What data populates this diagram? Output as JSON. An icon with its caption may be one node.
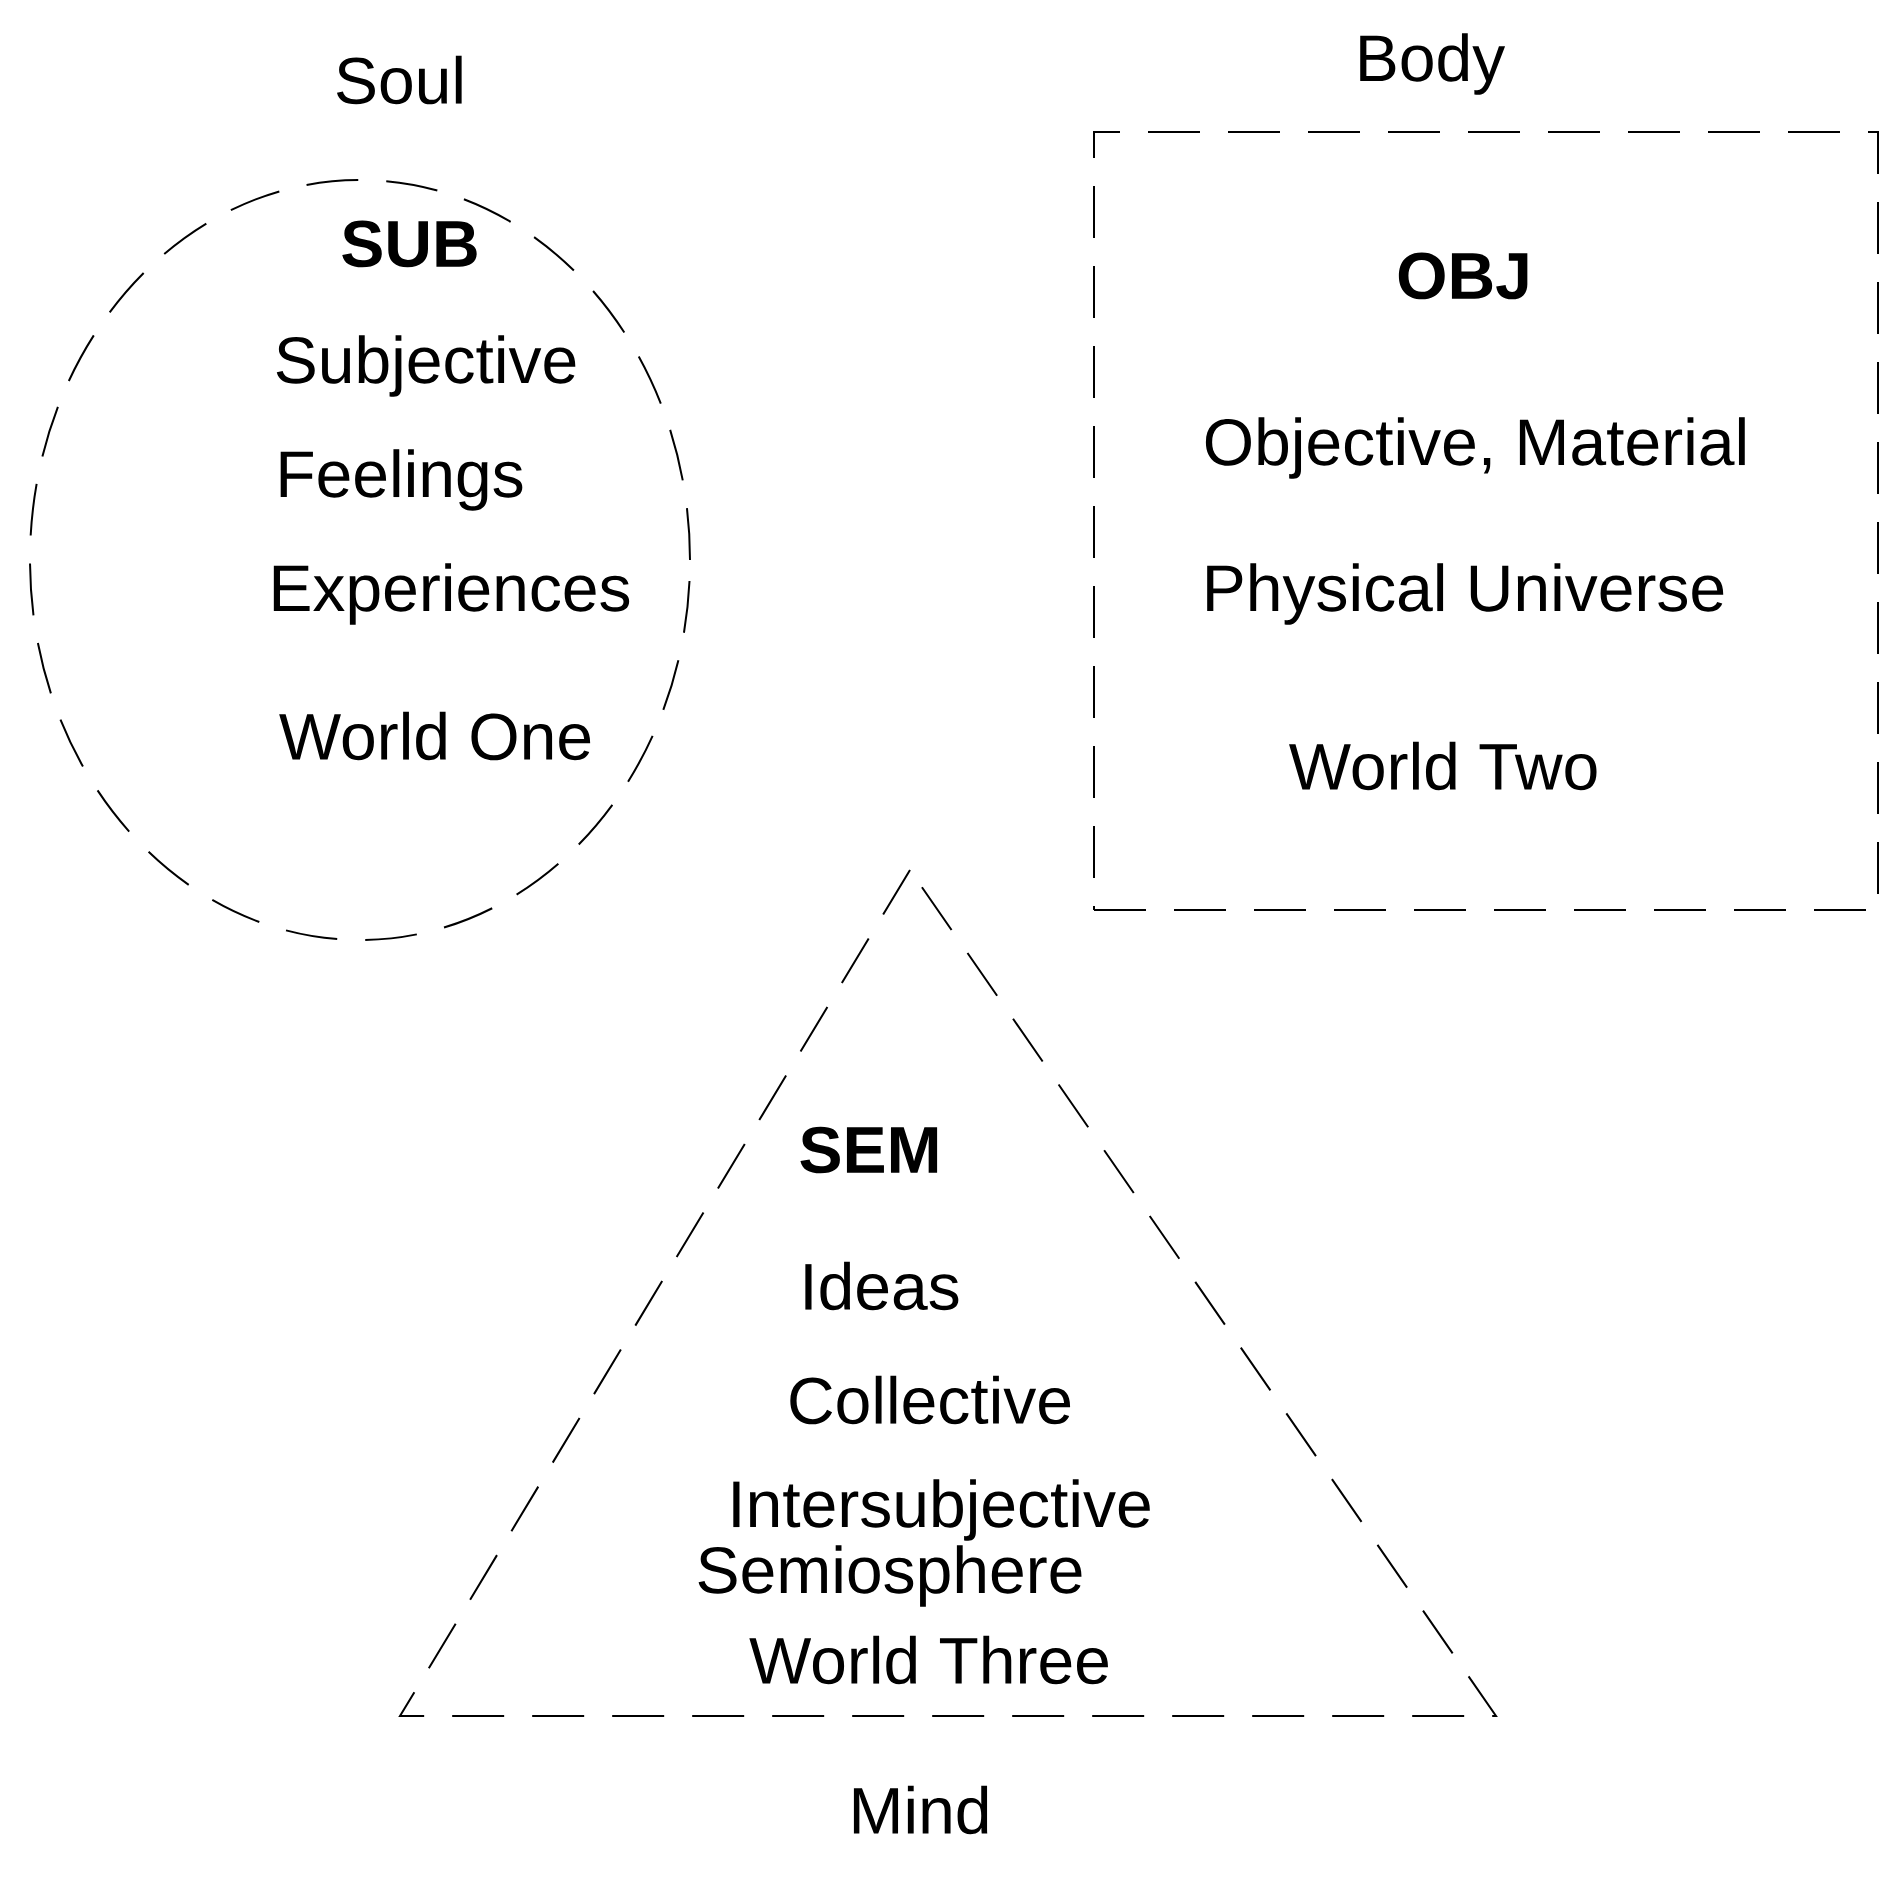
{
  "diagram": {
    "nodes": [
      {
        "text": [
          "Soul",
          "SUB",
          "Subjective",
          "Feelings",
          "Experiences",
          "World One"
        ]
      },
      {
        "text": [
          "Body",
          "OBJ",
          "Objective, Material",
          "Physical Universe",
          "World Two"
        ]
      },
      {
        "text": [
          "SEM",
          "Ideas",
          "Collective",
          "Intersubjective",
          "Semiosphere",
          "World Three",
          "Mind"
        ]
      }
    ]
  }
}
